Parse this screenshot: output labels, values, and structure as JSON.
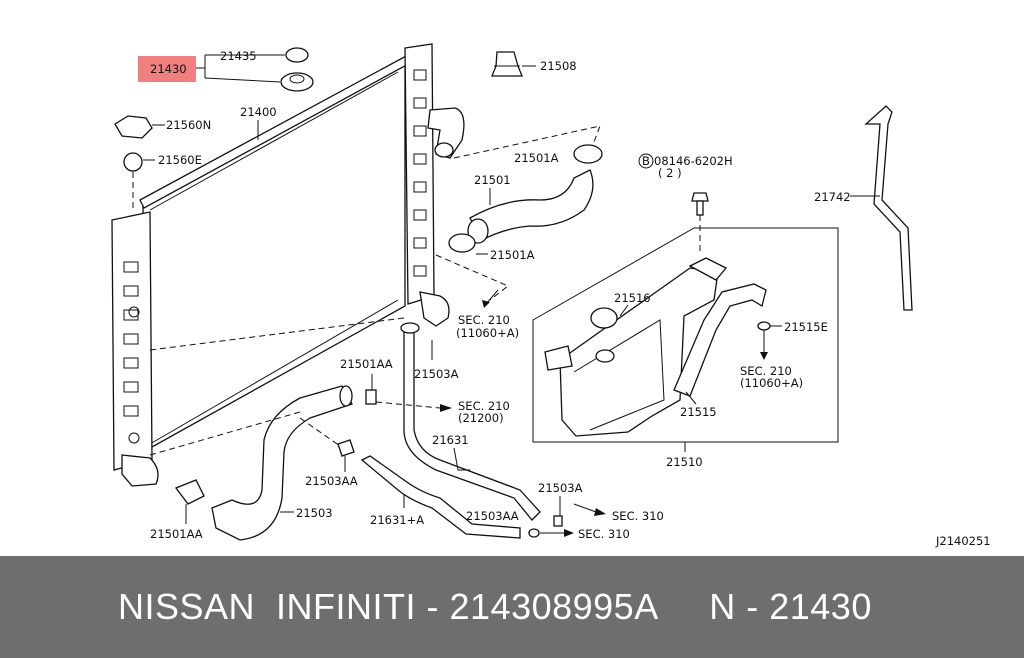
{
  "highlight_color": "#f08080",
  "banner": {
    "text": "NISSAN  INFINITI - 214308995A     N - 21430",
    "background": "#6e6e6e"
  },
  "diagram_id": "J2140251",
  "labels": {
    "p21430": "21430",
    "p21435": "21435",
    "p21400": "21400",
    "p21560N": "21560N",
    "p21560E": "21560E",
    "p21508": "21508",
    "p21501A_top": "21501A",
    "p21501": "21501",
    "p21501A_low": "21501A",
    "p08146": "08146-6202H",
    "p08146_qty": "( 2 )",
    "p21742": "21742",
    "sec210_a": "SEC. 210",
    "sec210_a_sub": "(11060+A)",
    "p21516": "21516",
    "p21515E": "21515E",
    "sec210_b": "SEC. 210",
    "sec210_b_sub": "(11060+A)",
    "p21503A": "21503A",
    "p21501AA_top": "21501AA",
    "sec210_c": "SEC. 210",
    "sec210_c_sub": "(21200)",
    "p21515": "21515",
    "p21631": "21631",
    "p21510": "21510",
    "p21503AA_mid": "21503AA",
    "p21503A_low": "21503A",
    "sec310_a": "SEC. 310",
    "p21503": "21503",
    "p21631A": "21631+A",
    "p21503AA_low": "21503AA",
    "sec310_b": "SEC. 310",
    "p21501AA_low": "21501AA"
  }
}
